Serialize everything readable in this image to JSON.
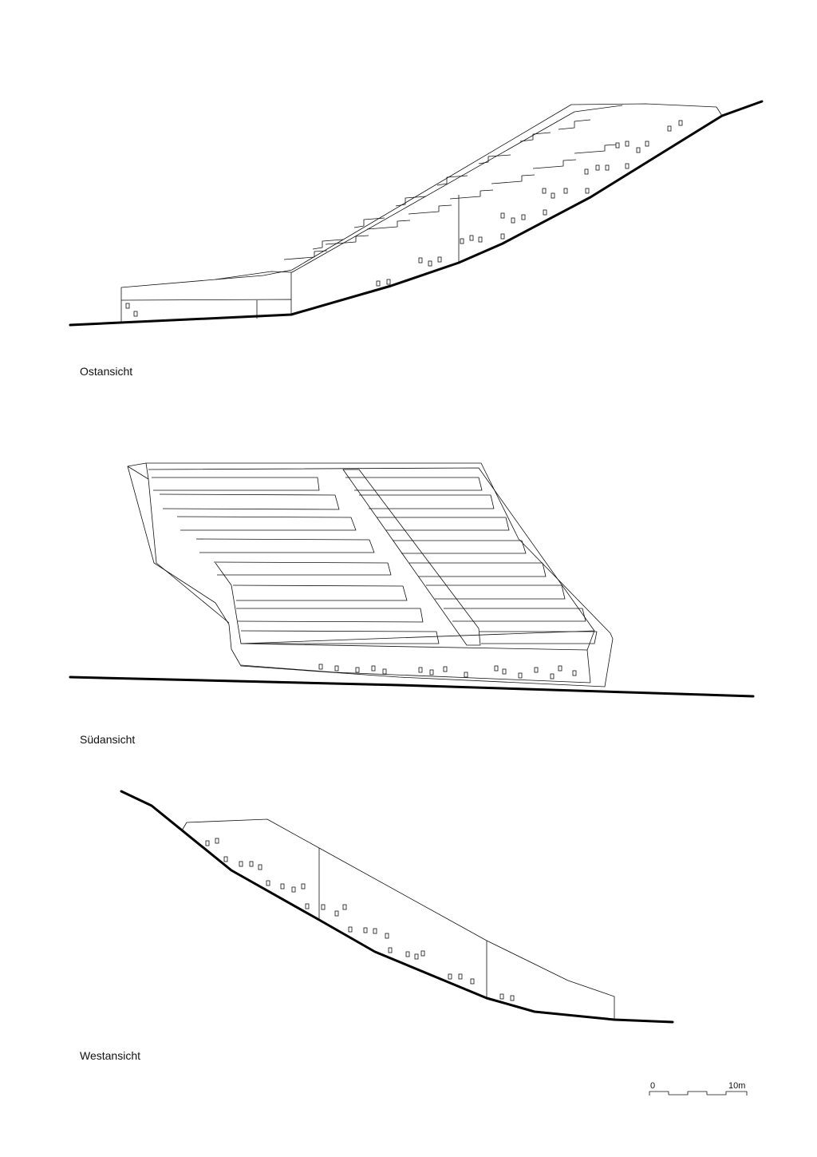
{
  "views": {
    "east": {
      "label": "Ostansicht"
    },
    "south": {
      "label": "Südansicht"
    },
    "west": {
      "label": "Westansicht"
    }
  },
  "scale_bar": {
    "start_label": "0",
    "end_label": "10m"
  }
}
